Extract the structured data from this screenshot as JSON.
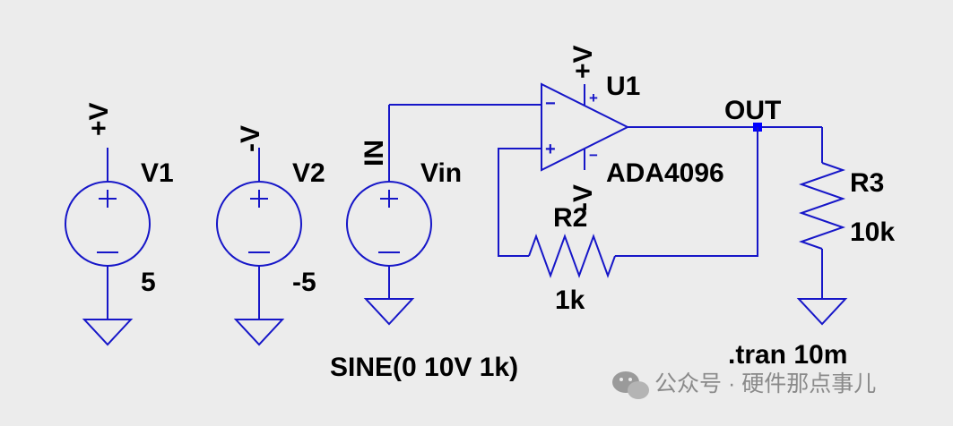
{
  "colors": {
    "background": "#ececec",
    "wire": "#1616c8",
    "text": "#000000",
    "junction": "#0000ff",
    "watermark": "#8a8a8a"
  },
  "supplies": {
    "v1": {
      "ref": "V1",
      "value": "5",
      "net": "+V"
    },
    "v2": {
      "ref": "V2",
      "value": "-5",
      "net": "-V"
    },
    "vin": {
      "ref": "Vin",
      "value": "SINE(0 10V 1k)",
      "net": "IN"
    }
  },
  "opamp": {
    "ref": "U1",
    "model": "ADA4096",
    "pos_rail": "+V",
    "neg_rail": "-V",
    "minus_sign": "−",
    "plus_sign": "+"
  },
  "resistors": {
    "r2": {
      "ref": "R2",
      "value": "1k"
    },
    "r3": {
      "ref": "R3",
      "value": "10k"
    }
  },
  "nets": {
    "out": "OUT"
  },
  "directive": ".tran 10m",
  "watermark": {
    "icon": "wechat-icon",
    "text": "公众号 · 硬件那点事儿"
  }
}
